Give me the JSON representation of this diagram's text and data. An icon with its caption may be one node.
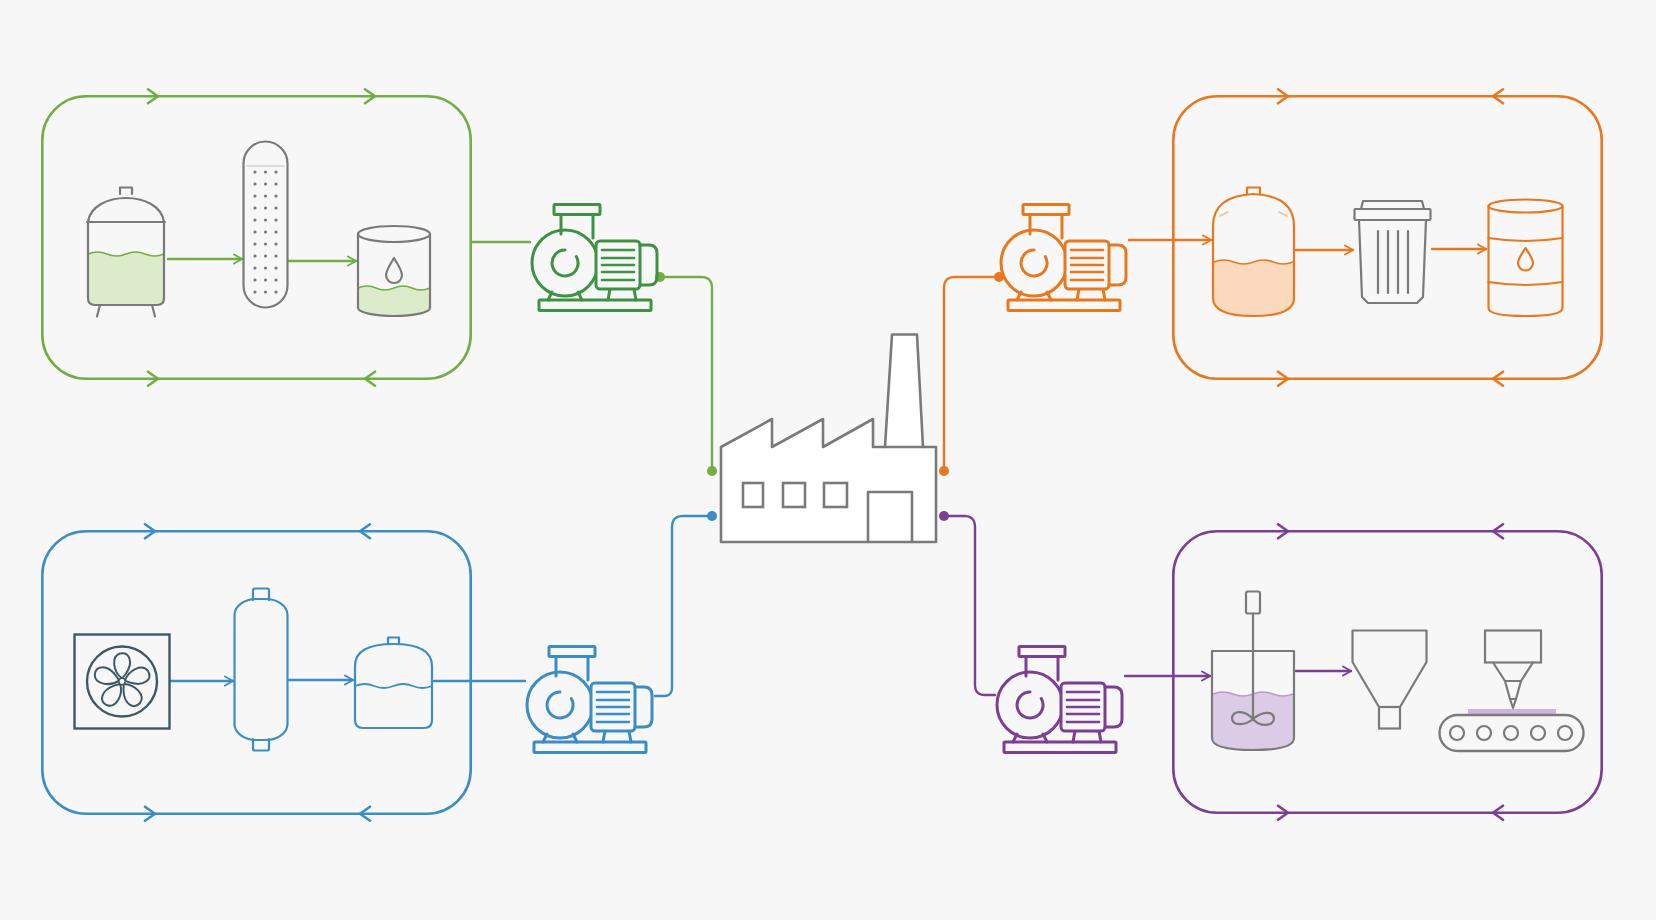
{
  "diagram": {
    "nodes": [
      {
        "text": [],
        "shape": "box"
      },
      {
        "text": [],
        "shape": "picture",
        "in": 0
      },
      {
        "text": [],
        "shape": "picture",
        "in": 0
      },
      {
        "text": [],
        "shape": "picture",
        "in": 0
      },
      {
        "text": [],
        "shape": "picture"
      },
      {
        "text": [],
        "shape": "picture"
      },
      {
        "text": [],
        "shape": "box"
      },
      {
        "text": [],
        "shape": "picture",
        "in": 6
      },
      {
        "text": [],
        "shape": "picture",
        "in": 6
      },
      {
        "text": [],
        "shape": "picture",
        "in": 6
      },
      {
        "text": [],
        "shape": "picture"
      },
      {
        "text": [],
        "shape": "box"
      },
      {
        "text": [],
        "shape": "picture",
        "in": 11
      },
      {
        "text": [],
        "shape": "cylinder",
        "in": 11
      },
      {
        "text": [],
        "shape": "picture",
        "in": 11
      },
      {
        "text": [],
        "shape": "picture"
      },
      {
        "text": [],
        "shape": "picture"
      },
      {
        "text": [],
        "shape": "box"
      },
      {
        "text": [],
        "shape": "picture",
        "in": 17
      },
      {
        "text": [],
        "shape": "picture",
        "in": 17
      },
      {
        "text": [],
        "shape": "picture",
        "in": 17
      }
    ],
    "edges": [
      {
        "from": 1,
        "to": 2,
        "arrow": "to",
        "color": "#72ad45"
      },
      {
        "from": 2,
        "to": 3,
        "arrow": "to",
        "color": "#72ad45"
      },
      {
        "from": 0,
        "to": 4,
        "arrow": "none",
        "color": "#72ad45"
      },
      {
        "from": 4,
        "to": 10,
        "arrow": "other",
        "color": "#72ad45"
      },
      {
        "from": 10,
        "to": 5,
        "arrow": "other",
        "color": "#e8781f"
      },
      {
        "from": 5,
        "to": 7,
        "arrow": "to",
        "color": "#e8781f"
      },
      {
        "from": 7,
        "to": 8,
        "arrow": "to",
        "color": "#e8781f"
      },
      {
        "from": 8,
        "to": 9,
        "arrow": "to",
        "color": "#e8781f"
      },
      {
        "from": 12,
        "to": 13,
        "arrow": "to",
        "color": "#3b8dc4"
      },
      {
        "from": 13,
        "to": 14,
        "arrow": "to",
        "color": "#3b8dc4"
      },
      {
        "from": 14,
        "to": 15,
        "arrow": "none",
        "color": "#3b8dc4"
      },
      {
        "from": 15,
        "to": 10,
        "arrow": "other",
        "color": "#3b8dc4"
      },
      {
        "from": 10,
        "to": 16,
        "arrow": "other",
        "color": "#7b3f94"
      },
      {
        "from": 16,
        "to": 18,
        "arrow": "to",
        "color": "#7b3f94"
      },
      {
        "from": 18,
        "to": 19,
        "arrow": "to",
        "color": "#7b3f94"
      }
    ]
  }
}
